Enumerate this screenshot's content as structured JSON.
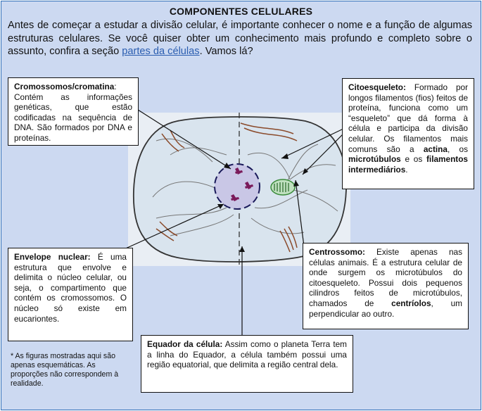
{
  "title": "COMPONENTES CELULARES",
  "intro": {
    "before_link": "Antes de começar a estudar a divisão celular, é importante conhecer o nome e a função de algumas estruturas celulares. Se você quiser obter um conhecimento mais profundo e completo sobre o assunto, confira a seção ",
    "link": "partes da células",
    "after_link": ". Vamos lá?"
  },
  "labels": {
    "cromossomos": {
      "term": "Cromossomos/cromatina",
      "text": ": Contém as informações genéticas, que estão codificadas na sequência de DNA. São formados por DNA e proteínas."
    },
    "citoesqueleto": {
      "term": "Citoesqueleto:",
      "text1": " Formado por longos filamentos (fios) feitos de proteína, funciona como um “esqueleto” que dá forma à célula e participa da divisão celular. Os filamentos mais comuns são a ",
      "b1": "actina",
      "text2": ", os ",
      "b2": "microtúbulos",
      "text3": " e os ",
      "b3": "filamentos intermediários",
      "text4": "."
    },
    "envelope": {
      "term": "Envelope nuclear:",
      "text": " É uma estrutura que envolve e delimita o núcleo celular, ou seja, o compartimento que contém os cromossomos. O núcleo só existe em eucariontes."
    },
    "centrossomo": {
      "term": "Centrossomo:",
      "text1": " Existe apenas nas células animais. É a estrutura celular de onde surgem os microtúbulos do citoesqueleto. Possui dois pequenos cilindros feitos de microtúbulos, chamados de ",
      "b1": "centríolos",
      "text2": ", um perpendicular ao outro."
    },
    "equador": {
      "term": "Equador da célula:",
      "text": " Assim como o planeta Terra tem a linha do Equador, a célula também possui uma região equatorial, que delimita a região central dela."
    }
  },
  "note": "* As figuras mostradas aqui são apenas esquemáticas. As proporções não correspondem à realidade.",
  "colors": {
    "background": "#ccd9f1",
    "frame_border": "#2f6fb8",
    "link": "#2a5db0",
    "cell_fill": "#dde7ef",
    "chromosome": "#7a1a5a",
    "centrosome": "#3a8a3a",
    "filament": "#8a4a2a"
  }
}
